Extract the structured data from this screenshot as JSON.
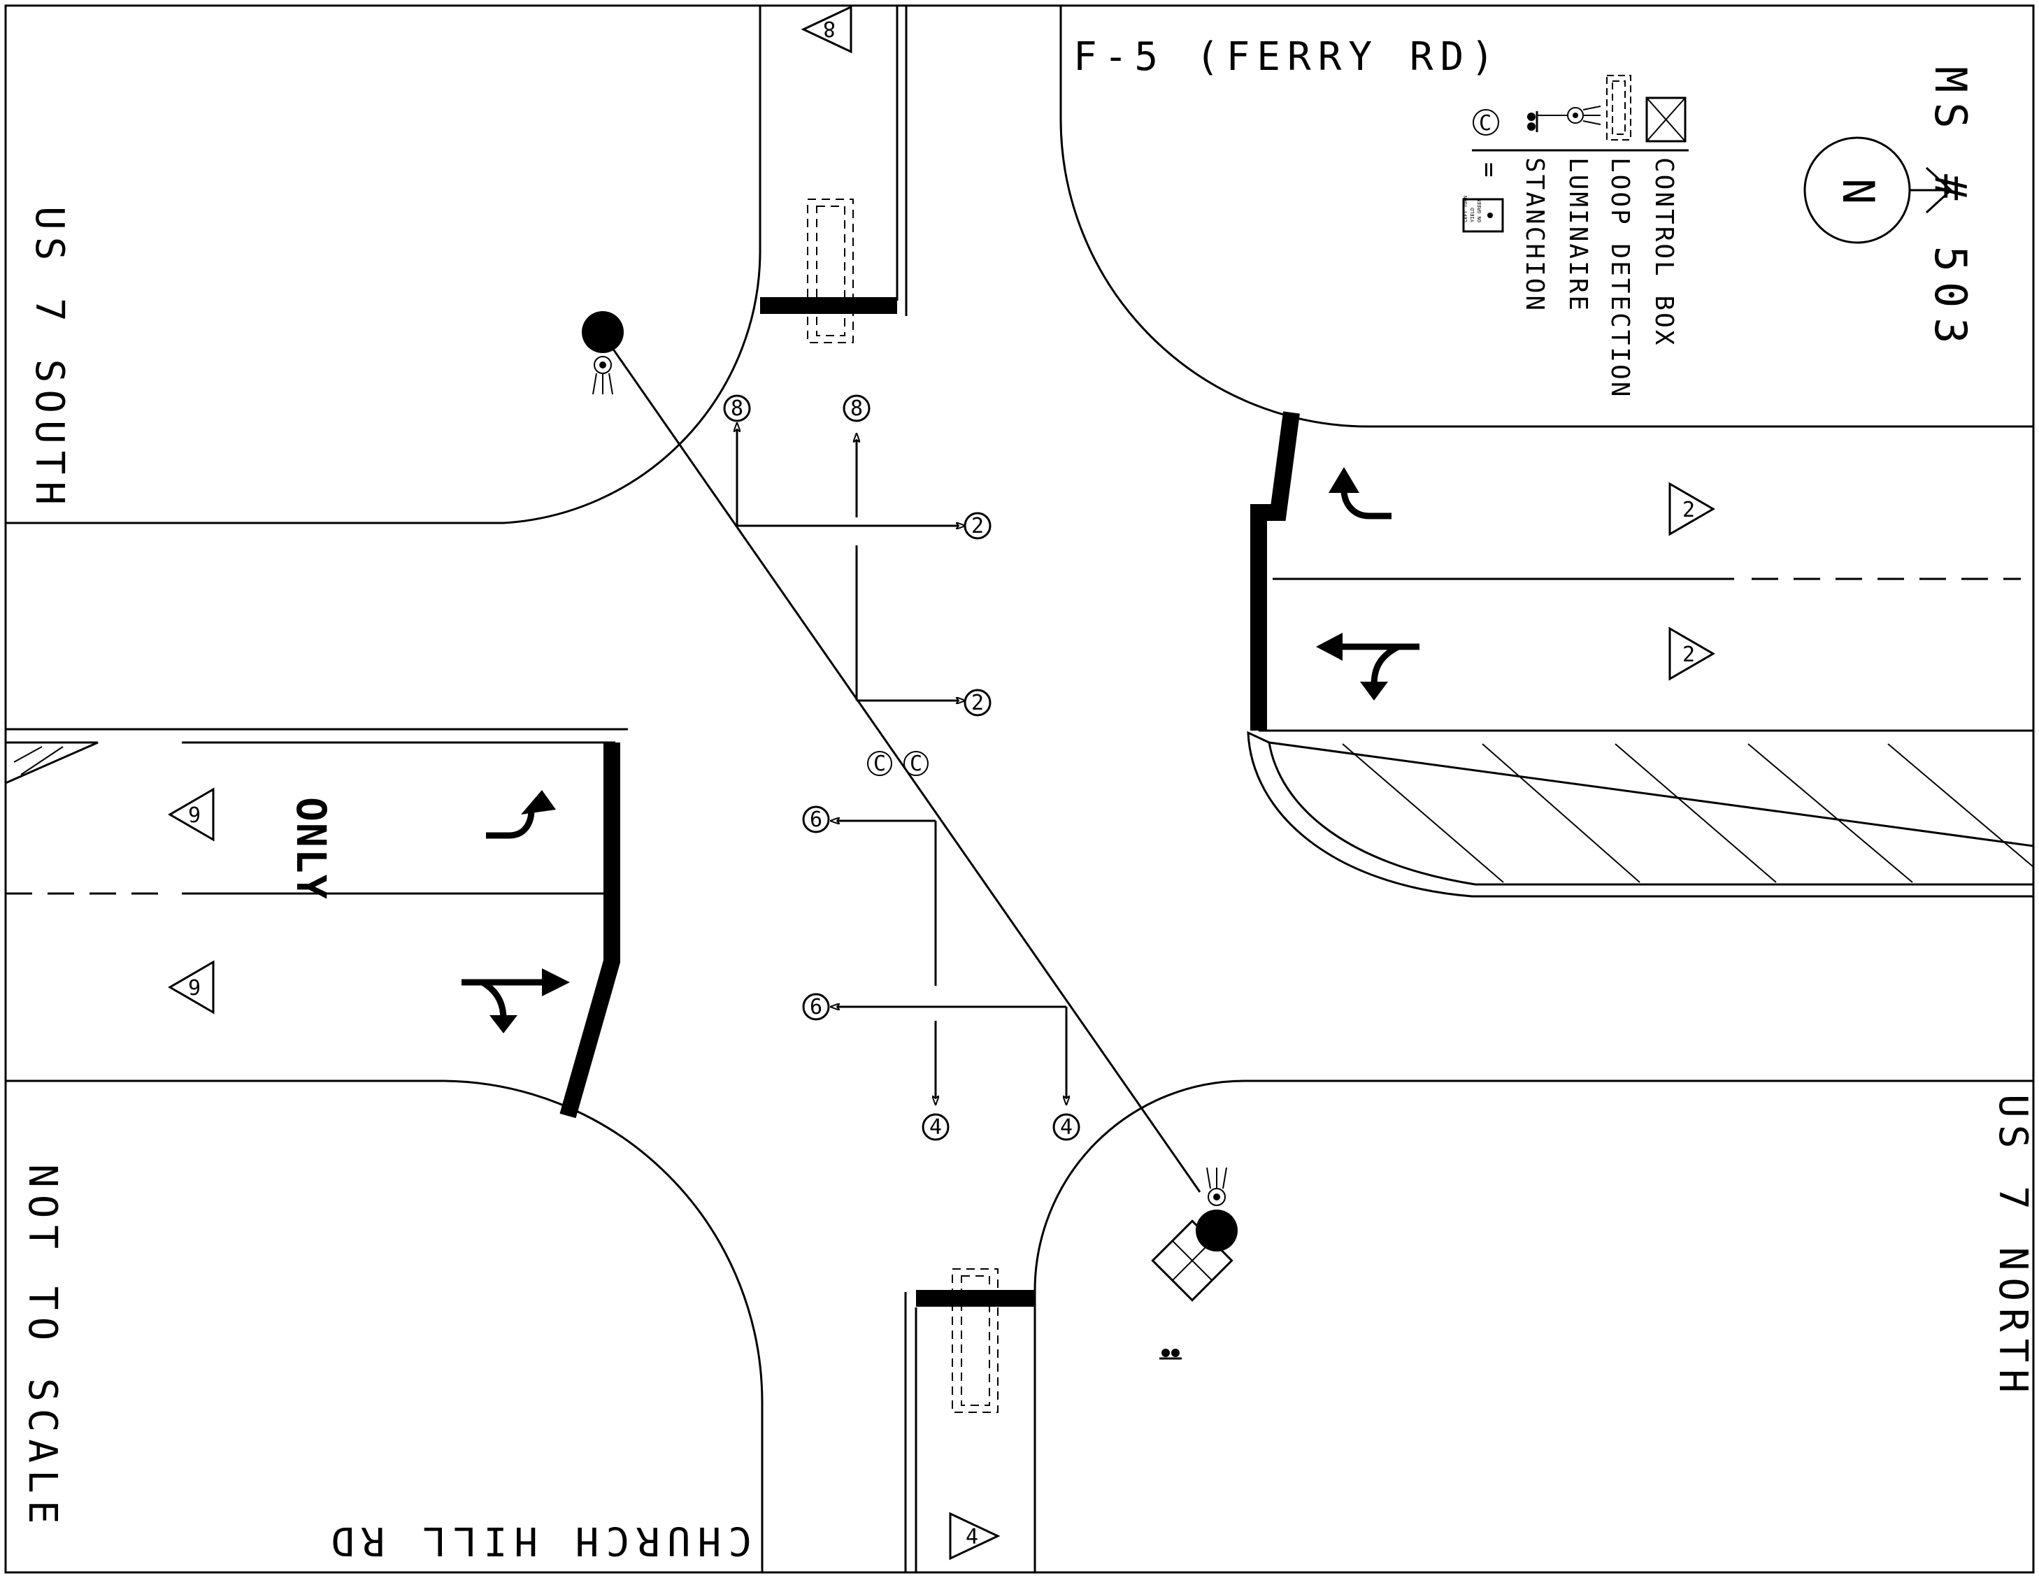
{
  "roads": {
    "north_label": "F-5 (FERRY RD)",
    "west_label": "US 7 SOUTH",
    "east_label": "US 7 NORTH",
    "south_label": "CHURCH HILL RD",
    "scale_note": "NOT TO SCALE"
  },
  "map_id": "MS # 503",
  "north_arrow": {
    "letter": "N"
  },
  "legend": {
    "items": [
      {
        "symbol": "control-box",
        "label": "CONTROL BOX"
      },
      {
        "symbol": "loop-detection",
        "label": "LOOP DETECTION"
      },
      {
        "symbol": "luminaire",
        "label": "LUMINAIRE"
      },
      {
        "symbol": "stanchion",
        "label": "STANCHION"
      }
    ],
    "c_symbol": "C",
    "c_equals": "=",
    "sign_lines": [
      "LEFT TURN",
      "YIELD",
      "ON GREEN"
    ]
  },
  "pavement": {
    "only_marking": "ONLY"
  },
  "phases": {
    "p2": "2",
    "p4": "4",
    "p6": "6",
    "p8": "8"
  },
  "colors": {
    "line": "#000000",
    "background": "#ffffff"
  }
}
